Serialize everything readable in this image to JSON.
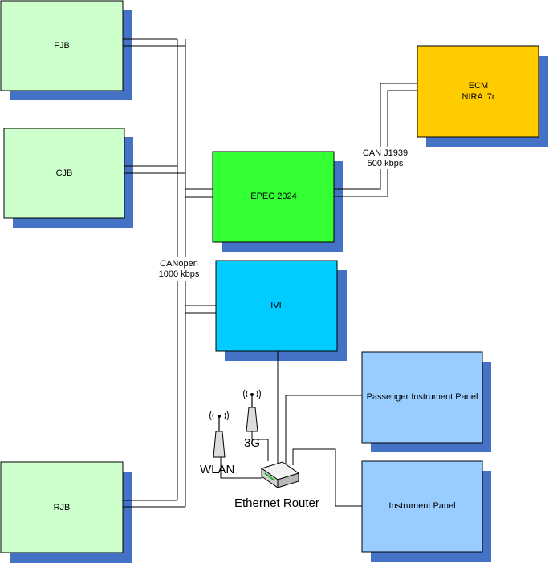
{
  "colors": {
    "shadow": "#4472c4",
    "green_light": "#ccffcc",
    "green_bright": "#33ff33",
    "orange": "#ffcc00",
    "cyan": "#00ccff",
    "blue_light": "#99ccff",
    "line": "#000000"
  },
  "blocks": {
    "fjb": "FJB",
    "cjb": "CJB",
    "rjb": "RJB",
    "epec": "EPEC 2024",
    "ivi": "IVI",
    "ecm_line1": "ECM",
    "ecm_line2": "NIRA i7r",
    "passenger_panel": "Passenger Instrument Panel",
    "instrument_panel": "Instrument Panel"
  },
  "buses": {
    "canopen_line1": "CANopen",
    "canopen_line2": "1000 kbps",
    "j1939_line1": "CAN J1939",
    "j1939_line2": "500 kbps"
  },
  "network": {
    "wlan": "WLAN",
    "threeg": "3G",
    "router": "Ethernet Router"
  },
  "icons": [
    "antenna-icon",
    "router-icon"
  ]
}
